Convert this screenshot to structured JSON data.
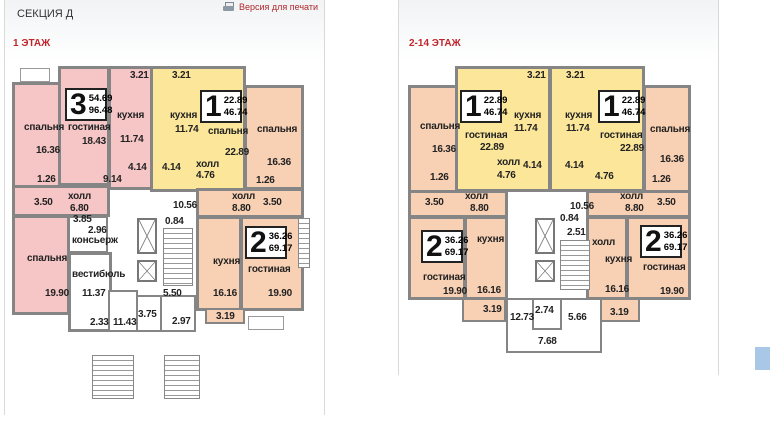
{
  "header": {
    "section_title": "СЕКЦИЯ Д",
    "print_link": "Версия для печати",
    "print_icon": "printer-icon"
  },
  "colors": {
    "three_room": "#f6c5c6",
    "one_room": "#fbe69a",
    "two_room": "#f8d0b4",
    "title": "#c0272d"
  },
  "floors": [
    {
      "title": "1 ЭТАЖ",
      "badges": [
        {
          "rooms": "3",
          "living": "54.69",
          "total": "96.48"
        },
        {
          "rooms": "1",
          "living": "22.89",
          "total": "46.74"
        },
        {
          "rooms": "2",
          "living": "36.26",
          "total": "69.17"
        }
      ],
      "labels": [
        "спальня",
        "16.36",
        "гостиная",
        "18.43",
        "кухня",
        "11.74",
        "3.21",
        "3.21",
        "кухня",
        "11.74",
        "спальня",
        "22.89",
        "спальня",
        "16.36",
        "4.14",
        "4.14",
        "холл",
        "4.76",
        "9.14",
        "1.26",
        "1.26",
        "3.50",
        "3.50",
        "холл",
        "6.80",
        "холл",
        "8.80",
        "10.56",
        "0.84",
        "3.85",
        "2.96",
        "консьерж",
        "спальня",
        "19.90",
        "вестибюль",
        "11.37",
        "2.33",
        "11.43",
        "3.75",
        "5.50",
        "2.97",
        "кухня",
        "16.16",
        "гостиная",
        "19.90",
        "3.19"
      ]
    },
    {
      "title": "2-14 ЭТАЖ",
      "badges": [
        {
          "rooms": "1",
          "living": "22.89",
          "total": "46.74"
        },
        {
          "rooms": "1",
          "living": "22.89",
          "total": "46.74"
        },
        {
          "rooms": "2",
          "living": "36.26",
          "total": "69.17"
        },
        {
          "rooms": "2",
          "living": "36.26",
          "total": "69.17"
        }
      ],
      "labels": [
        "3.21",
        "3.21",
        "спальня",
        "16.36",
        "гостиная",
        "22.89",
        "кухня",
        "11.74",
        "кухня",
        "11.74",
        "гостиная",
        "22.89",
        "спальня",
        "16.36",
        "4.14",
        "4.14",
        "холл",
        "4.76",
        "4.76",
        "1.26",
        "1.26",
        "3.50",
        "3.50",
        "холл",
        "8.80",
        "холл",
        "8.80",
        "10.56",
        "0.84",
        "2.51",
        "холл",
        "гостиная",
        "19.90",
        "кухня",
        "16.16",
        "3.19",
        "12.73",
        "2.74",
        "5.66",
        "7.68",
        "кухня",
        "16.16",
        "гостиная",
        "19.90",
        "3.19"
      ]
    }
  ]
}
